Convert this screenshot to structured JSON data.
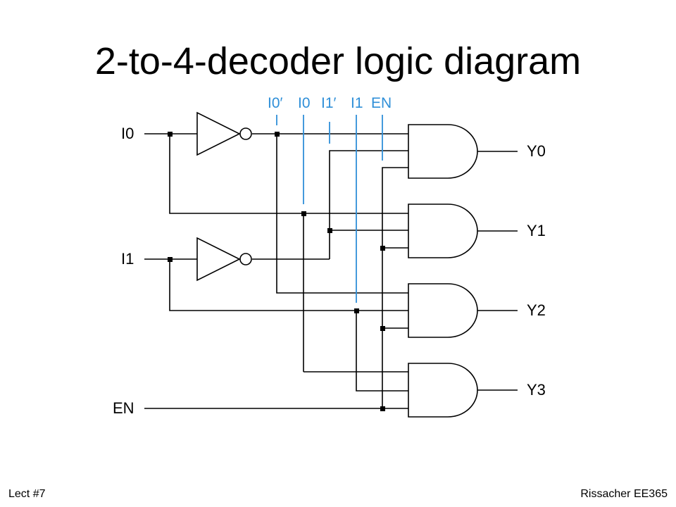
{
  "title": "2-to-4-decoder logic diagram",
  "inputs": [
    "I0",
    "I1",
    "EN"
  ],
  "bus_labels": [
    "I0′",
    "I0",
    "I1′",
    "I1",
    "EN"
  ],
  "outputs": [
    "Y0",
    "Y1",
    "Y2",
    "Y3"
  ],
  "footer": {
    "left": "Lect #7",
    "right": "Rissacher EE365"
  },
  "colors": {
    "wire": "#000000",
    "bus_highlight": "#2f8fd8"
  }
}
